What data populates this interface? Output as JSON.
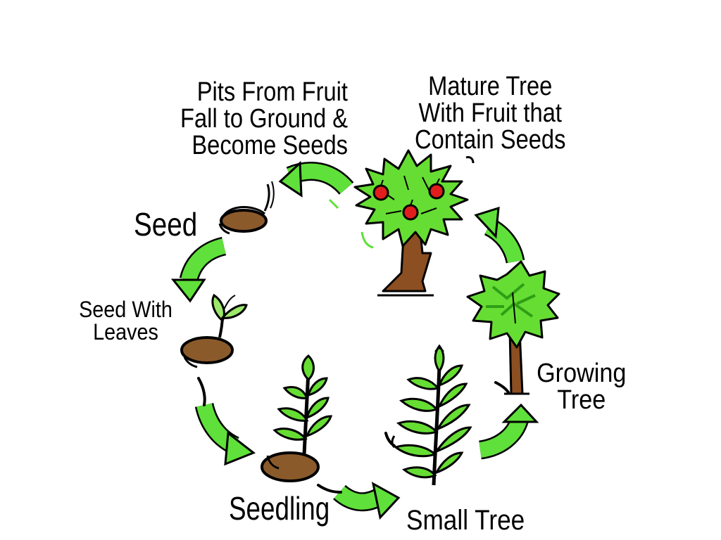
{
  "stages": {
    "pits_from_fruit": [
      "Pits From Fruit",
      "Fall to Ground &",
      "Become Seeds"
    ],
    "mature_tree": [
      "Mature Tree",
      "With Fruit that",
      "Contain Seeds"
    ],
    "seed": "Seed",
    "seed_with_leaves": [
      "Seed With",
      "Leaves"
    ],
    "seedling": "Seedling",
    "small_tree": "Small Tree",
    "growing_tree": [
      "Growing",
      "Tree"
    ]
  },
  "colors": {
    "arrow_green": "#5fe03a",
    "leaf_green": "#66dd33",
    "dark_leaf_green": "#2f9e16",
    "soil_brown": "#8b5a2b",
    "trunk_brown": "#8b4f22",
    "fruit_red": "#e21d1d",
    "outline": "#000000"
  }
}
